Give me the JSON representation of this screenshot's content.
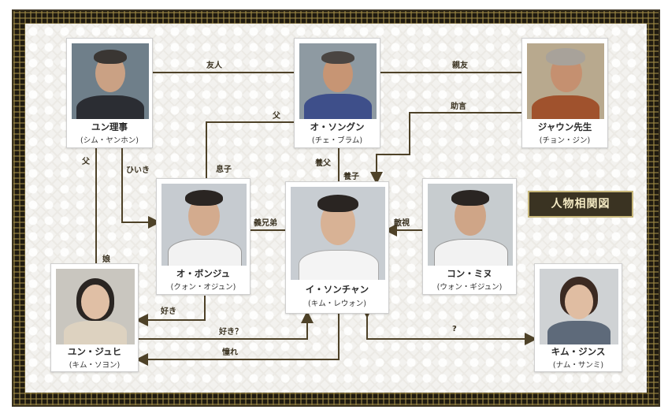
{
  "title": "人物相関図",
  "characters": {
    "yun": {
      "name": "ユン理事",
      "actor": "(シム・ヤンホン)"
    },
    "oh_sg": {
      "name": "オ・ソングン",
      "actor": "(チェ・ブラム)"
    },
    "jaun": {
      "name": "ジャウン先生",
      "actor": "(チョン・ジン)"
    },
    "bonju": {
      "name": "オ・ボンジュ",
      "actor": "(クォン・オジュン)"
    },
    "sochan": {
      "name": "イ・ソンチャン",
      "actor": "(キム・レウォン)"
    },
    "mine": {
      "name": "コン・ミヌ",
      "actor": "(ウォン・ギジュン)"
    },
    "juhi": {
      "name": "ユン・ジュヒ",
      "actor": "(キム・ソヨン)"
    },
    "jinsu": {
      "name": "キム・ジンス",
      "actor": "(ナム・サンミ)"
    }
  },
  "relations": {
    "yujin": "友人",
    "shinyu": "親友",
    "chichi_top": "父",
    "jogen": "助言",
    "chichi_left": "父",
    "hiiki": "ひいき",
    "musuko": "息子",
    "gifu": "養父",
    "youshi": "養子",
    "gikeitei": "義兄弟",
    "tekishi": "敵視",
    "musume": "娘",
    "suki": "好き",
    "suki_q": "好き？",
    "akogare": "憧れ",
    "question": "?"
  },
  "colors": {
    "line": "#4e4228",
    "frame": "#1f1a10",
    "badge": "#3a3322"
  }
}
